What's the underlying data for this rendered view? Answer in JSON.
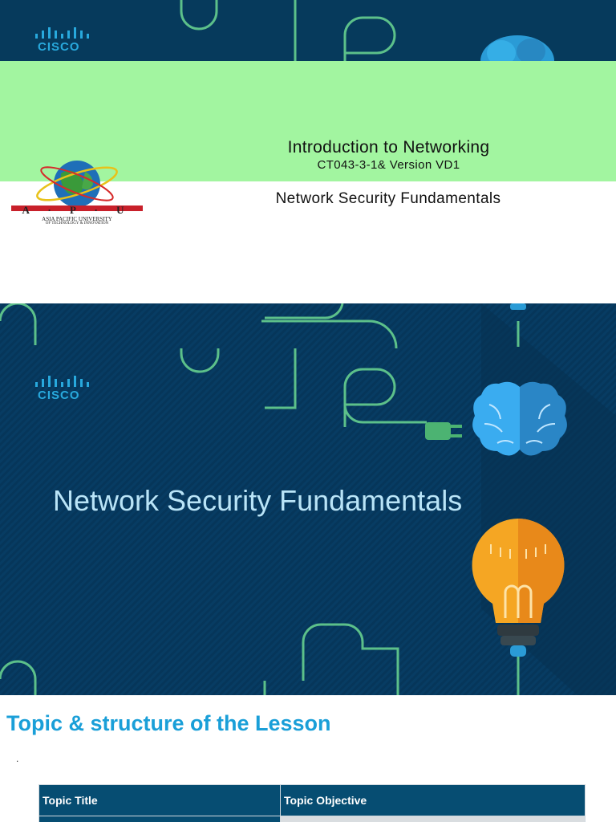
{
  "slide1": {
    "brand": "CISCO",
    "course_title": "Introduction to Networking",
    "course_code": "CT043-3-1& Version VD1",
    "topic": "Network Security Fundamentals",
    "university_logo": {
      "letters": "A · P · U",
      "line1": "ASIA PACIFIC UNIVERSITY",
      "line2": "OF TECHNOLOGY & INNOVATION"
    }
  },
  "slide2": {
    "brand": "CISCO",
    "title": "Network Security Fundamentals"
  },
  "slide3": {
    "title": "Topic & structure of the Lesson",
    "bullet": ".",
    "table": {
      "headers": [
        "Topic Title",
        "Topic Objective"
      ]
    }
  },
  "colors": {
    "navy": "#06365a",
    "green_band": "#a2f5a0",
    "cisco_blue": "#28a9dd",
    "line_green": "#5cc08a",
    "table_header": "#064d72",
    "heading_blue": "#1a9fd8"
  },
  "icons": [
    "cisco-logo-icon",
    "brain-icon",
    "plug-icon",
    "lightbulb-icon",
    "globe-logo-icon"
  ]
}
